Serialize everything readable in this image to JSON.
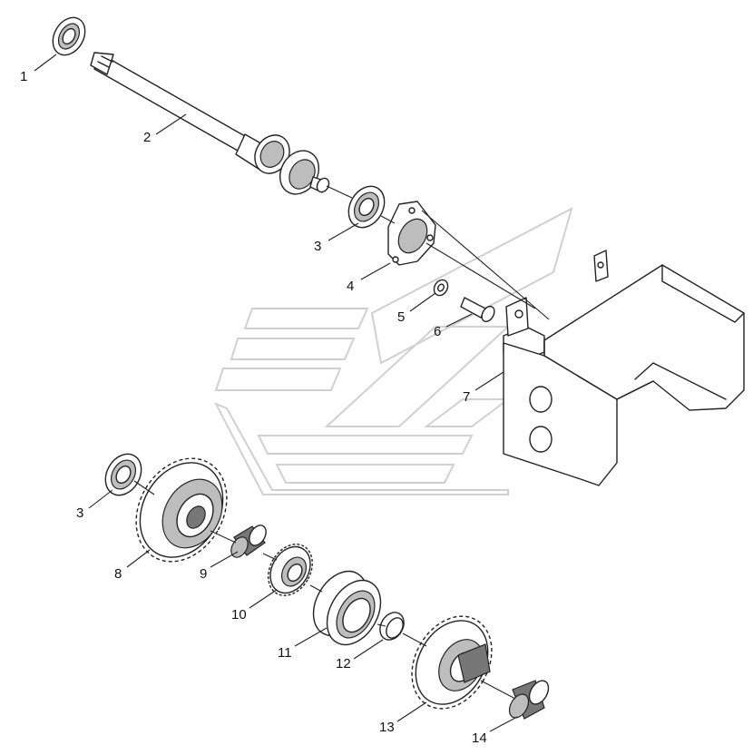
{
  "callouts": [
    {
      "id": "1",
      "text": "1"
    },
    {
      "id": "2",
      "text": "2"
    },
    {
      "id": "3a",
      "text": "3"
    },
    {
      "id": "4",
      "text": "4"
    },
    {
      "id": "5",
      "text": "5"
    },
    {
      "id": "6",
      "text": "6"
    },
    {
      "id": "7",
      "text": "7"
    },
    {
      "id": "3b",
      "text": "3"
    },
    {
      "id": "8",
      "text": "8"
    },
    {
      "id": "9",
      "text": "9"
    },
    {
      "id": "10",
      "text": "10"
    },
    {
      "id": "11",
      "text": "11"
    },
    {
      "id": "12",
      "text": "12"
    },
    {
      "id": "13",
      "text": "13"
    },
    {
      "id": "14",
      "text": "14"
    }
  ],
  "colors": {
    "line": "#222222",
    "watermark": "#d0d0d0",
    "background": "#ffffff"
  }
}
